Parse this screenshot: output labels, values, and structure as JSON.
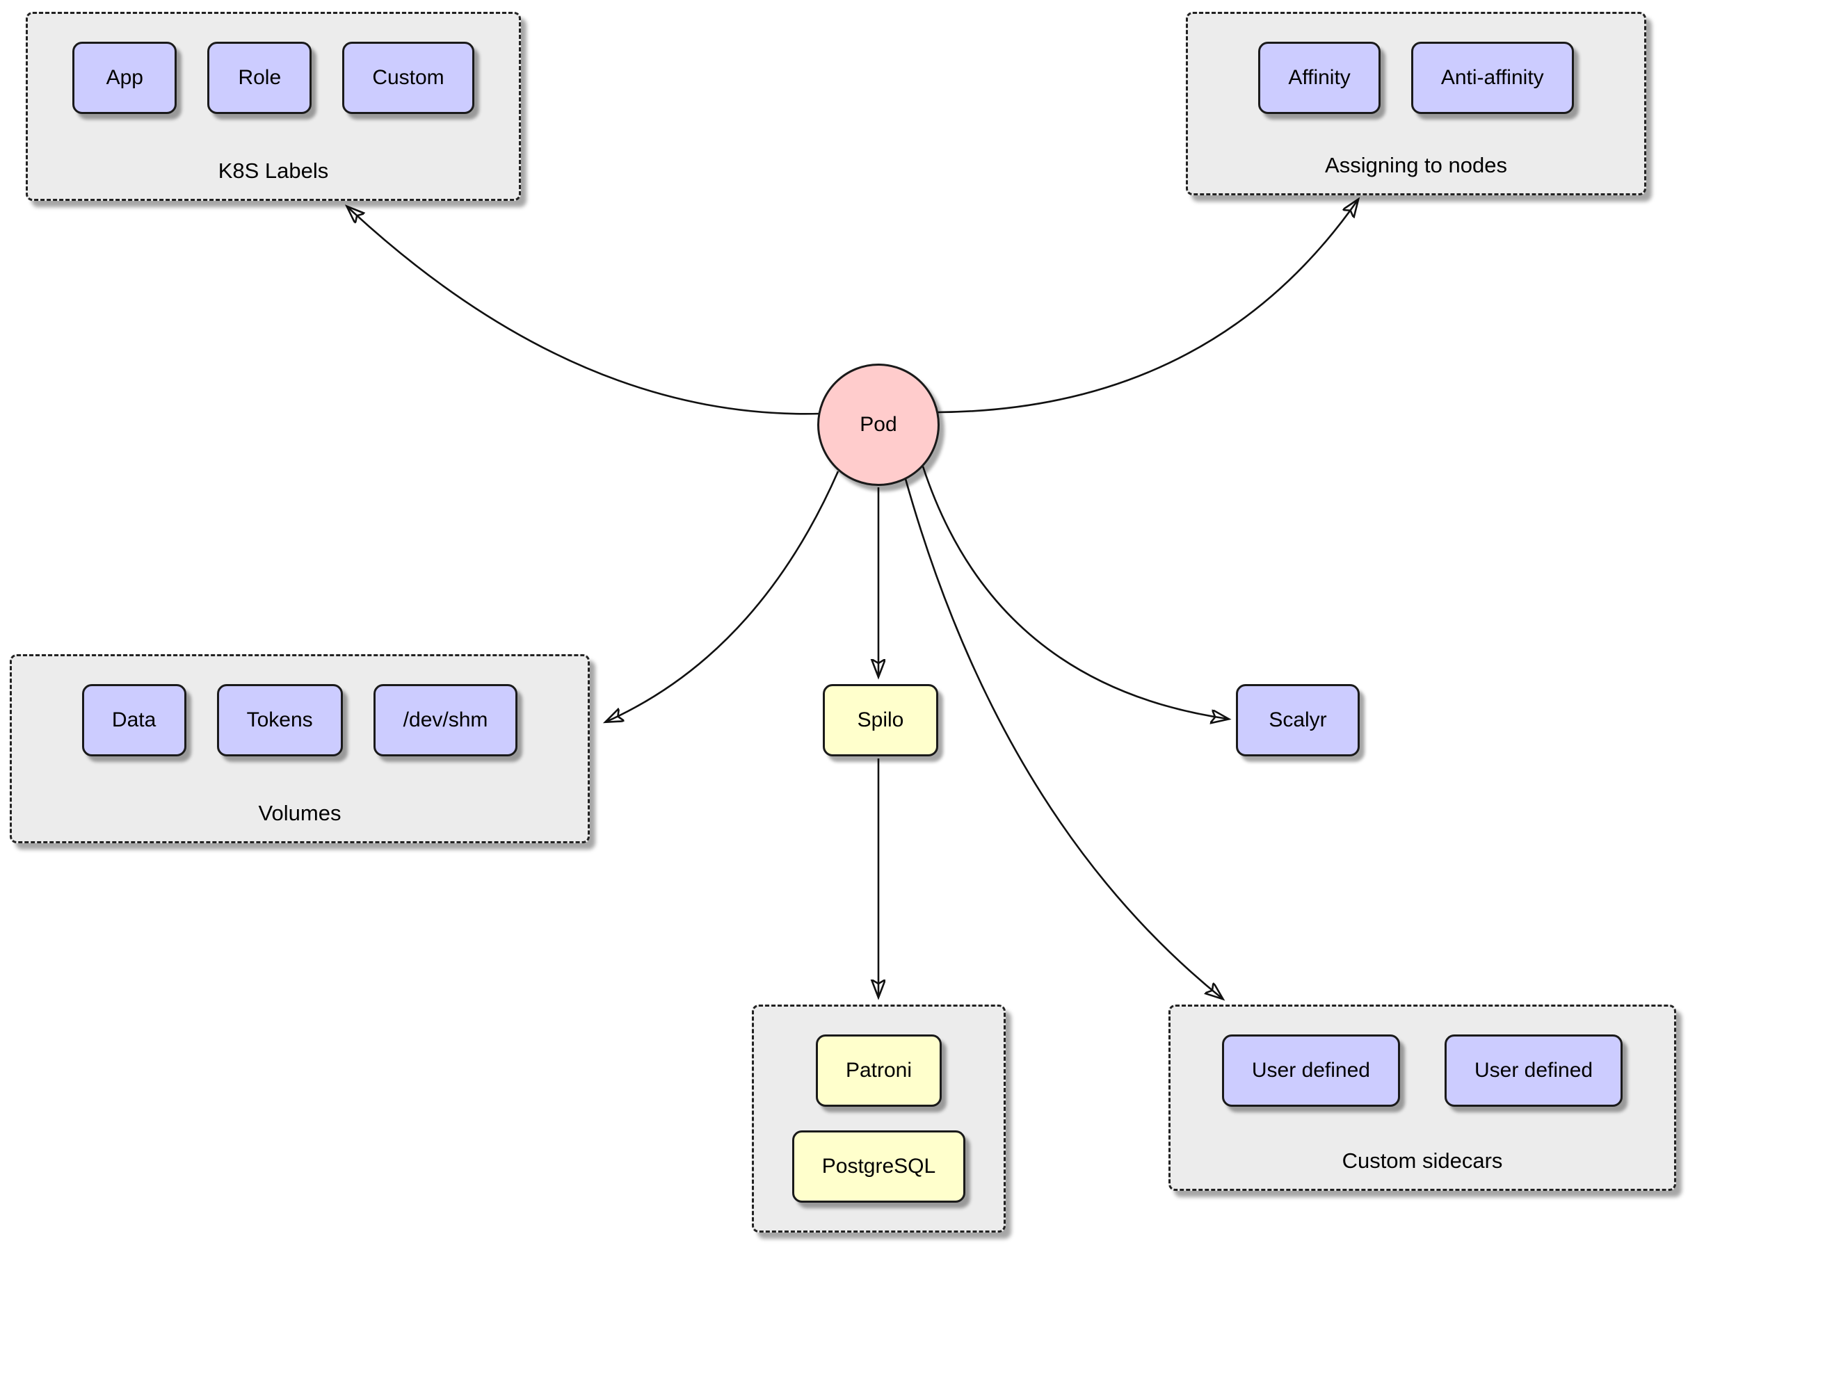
{
  "colors": {
    "purple": "#ccccff",
    "yellow": "#ffffcc",
    "pink": "#ffcccc",
    "gray": "#ececec"
  },
  "pod": {
    "label": "Pod"
  },
  "nodes": {
    "spilo": {
      "label": "Spilo"
    },
    "scalyr": {
      "label": "Scalyr"
    }
  },
  "groups": {
    "k8s_labels": {
      "title": "K8S Labels",
      "items": [
        "App",
        "Role",
        "Custom"
      ]
    },
    "assigning_to_nodes": {
      "title": "Assigning to nodes",
      "items": [
        "Affinity",
        "Anti-affinity"
      ]
    },
    "volumes": {
      "title": "Volumes",
      "items": [
        "Data",
        "Tokens",
        "/dev/shm"
      ]
    },
    "spilo_stack": {
      "items": [
        "Patroni",
        "PostgreSQL"
      ]
    },
    "custom_sidecars": {
      "title": "Custom sidecars",
      "items": [
        "User defined",
        "User defined"
      ]
    }
  },
  "edges": [
    {
      "from": "Pod",
      "to": "K8S Labels"
    },
    {
      "from": "Pod",
      "to": "Assigning to nodes"
    },
    {
      "from": "Pod",
      "to": "Volumes"
    },
    {
      "from": "Pod",
      "to": "Spilo"
    },
    {
      "from": "Pod",
      "to": "Scalyr"
    },
    {
      "from": "Pod",
      "to": "Custom sidecars"
    },
    {
      "from": "Spilo",
      "to": "Patroni / PostgreSQL"
    }
  ]
}
